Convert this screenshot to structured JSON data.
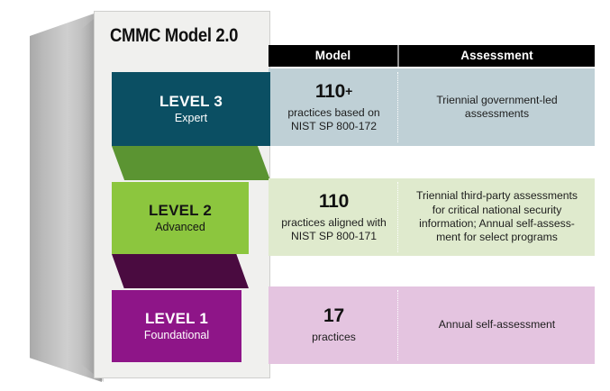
{
  "title": "CMMC Model 2.0",
  "columns": {
    "model": "Model",
    "assessment": "Assessment"
  },
  "colors": {
    "level3": "#0b4f63",
    "level3_cell": "#bfd0d6",
    "level2": "#8cc63e",
    "level2_cell": "#dfeacd",
    "level1": "#8e1588",
    "level1_cell": "#e4c4e0",
    "ribbon_green": "#5b9432",
    "ribbon_purple": "#4a0b40",
    "header_bar": "#000000",
    "card_bg": "#f0f0ee"
  },
  "levels": [
    {
      "name": "LEVEL 3",
      "tier": "Expert",
      "count": "110",
      "count_suffix": "+",
      "practices_line1": "practices based on",
      "practices_line2": "NIST SP 800-172",
      "assessment_line1": "Triennial government-led",
      "assessment_line2": "assessments",
      "assessment_line3": "",
      "assessment_line4": ""
    },
    {
      "name": "LEVEL 2",
      "tier": "Advanced",
      "count": "110",
      "count_suffix": "",
      "practices_line1": "practices aligned with",
      "practices_line2": "NIST SP 800-171",
      "assessment_line1": "Triennial third-party assessments",
      "assessment_line2": "for critical national security",
      "assessment_line3": "information; Annual self-assess-",
      "assessment_line4": "ment for select programs"
    },
    {
      "name": "LEVEL 1",
      "tier": "Foundational",
      "count": "17",
      "count_suffix": "",
      "practices_line1": "practices",
      "practices_line2": "",
      "assessment_line1": "Annual self-assessment",
      "assessment_line2": "",
      "assessment_line3": "",
      "assessment_line4": ""
    }
  ]
}
